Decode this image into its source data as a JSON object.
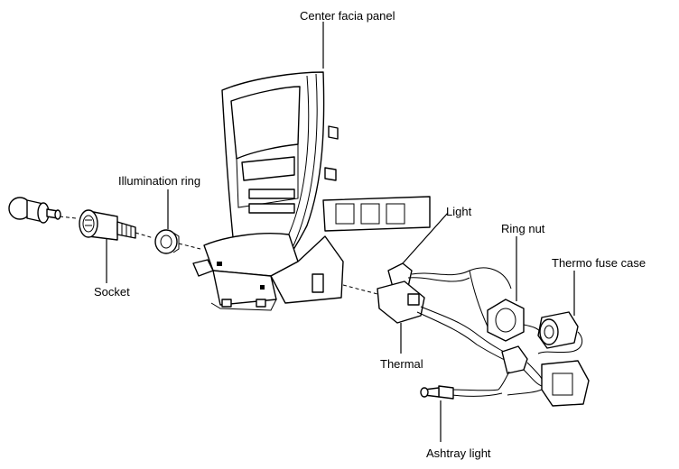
{
  "labels": {
    "center_facia_panel": "Center facia panel",
    "illumination_ring": "Illumination ring",
    "light": "Light",
    "ring_nut": "Ring nut",
    "thermo_fuse_case": "Thermo fuse case",
    "socket": "Socket",
    "thermal": "Thermal",
    "ashtray_light": "Ashtray light"
  }
}
